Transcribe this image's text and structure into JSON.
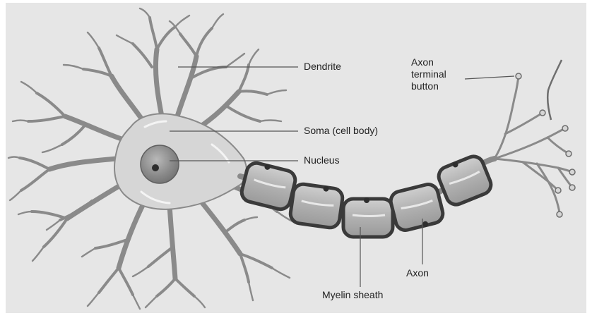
{
  "labels": {
    "dendrite": "Dendrite",
    "soma": "Soma (cell body)",
    "nucleus": "Nucleus",
    "axon": "Axon",
    "myelin": "Myelin sheath",
    "axon_terminal": [
      "Axon",
      "terminal",
      "button"
    ]
  },
  "colors": {
    "background": "#e6e6e6",
    "cell_fill": "#d6d6d6",
    "cell_outline": "#8a8a8a",
    "myelin_fill": "#b4b4b4",
    "myelin_outline": "#3a3a3a",
    "nucleus": "#7d7d7d",
    "leader_line": "#555555"
  }
}
